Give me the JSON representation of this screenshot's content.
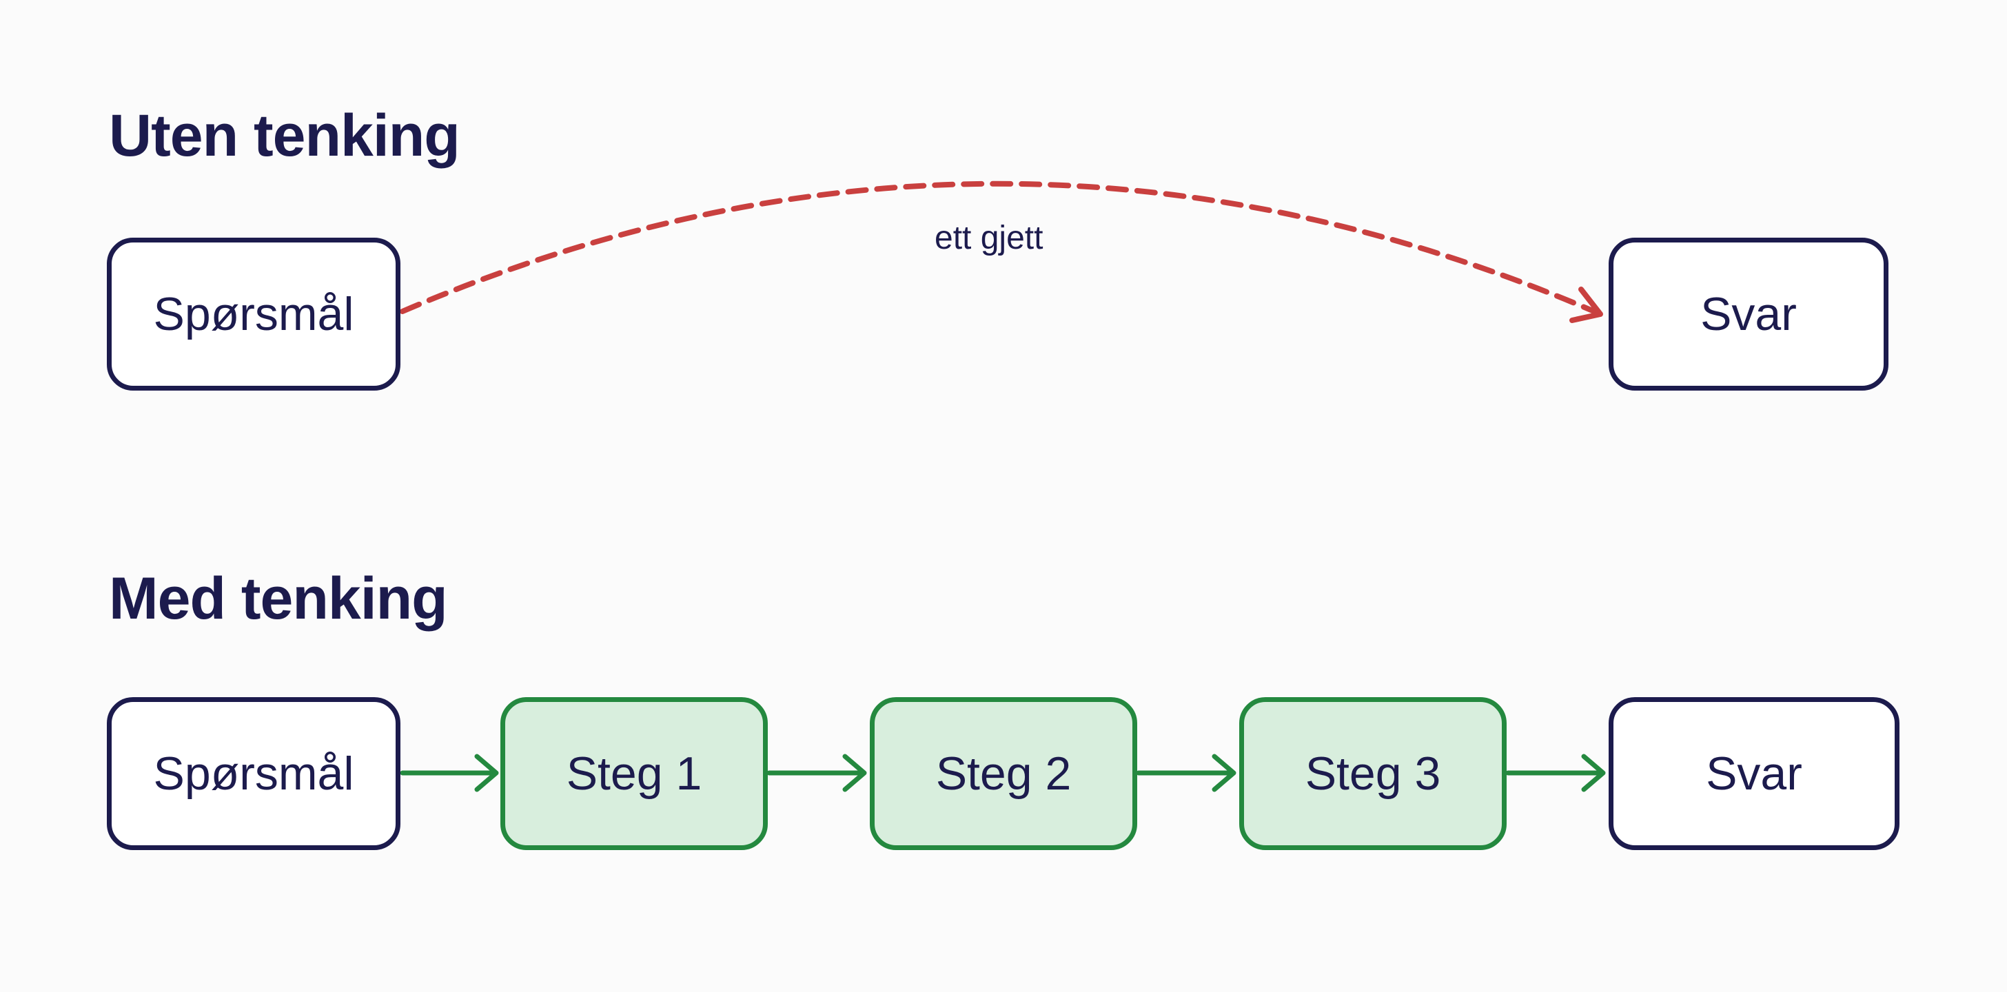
{
  "colors": {
    "background": "#fbfbfb",
    "text": "#1c1b4d",
    "node_border": "#1c1b4d",
    "step_fill": "#d8eedd",
    "step_border": "#24893f",
    "direct_edge": "#c9403f",
    "chain_edge": "#24893f"
  },
  "without_thinking": {
    "title": "Uten tenking",
    "question": "Spørsmål",
    "edge_label": "ett gjett",
    "answer": "Svar"
  },
  "with_thinking": {
    "title": "Med tenking",
    "question": "Spørsmål",
    "steps": [
      "Steg 1",
      "Steg 2",
      "Steg 3"
    ],
    "answer": "Svar"
  }
}
